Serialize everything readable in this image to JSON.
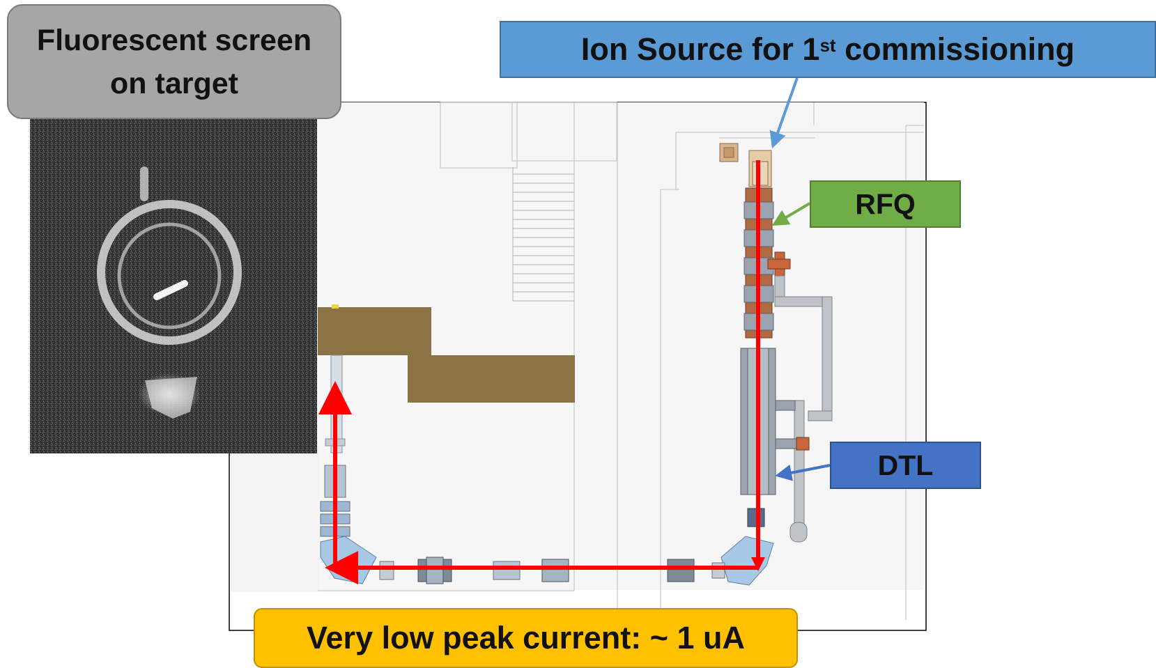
{
  "labels": {
    "fluorescent_line1": "Fluorescent screen",
    "fluorescent_line2": "on target",
    "ion_source_prefix": "Ion Source for 1",
    "ion_source_sup": "st",
    "ion_source_suffix": " commissioning",
    "rfq": "RFQ",
    "dtl": "DTL",
    "peak_current": "Very low peak current: ~ 1 uA"
  },
  "colors": {
    "beam_arrow": "#ff0000",
    "ion_source_box": "#5b9bd5",
    "rfq_box": "#70ad47",
    "dtl_box": "#4472c4",
    "current_box": "#ffc000",
    "fluorescent_box": "#a6a6a6",
    "shielding_block": "#8b7346"
  }
}
